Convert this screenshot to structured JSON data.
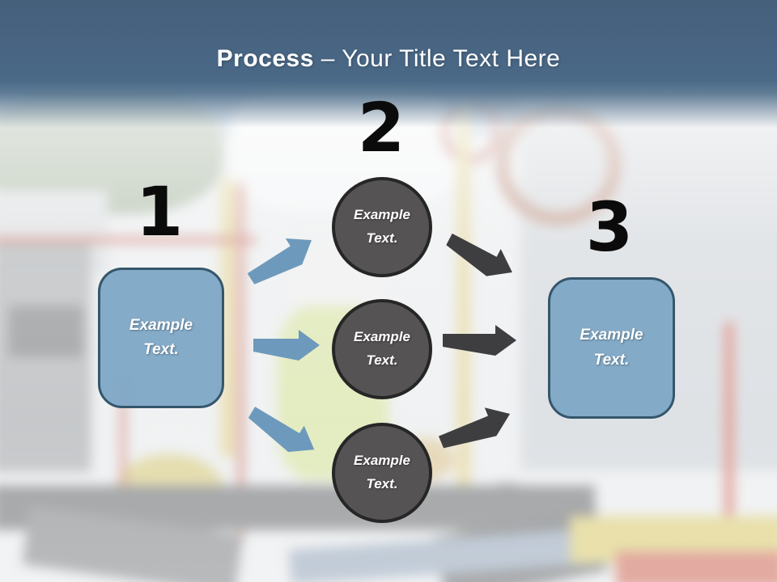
{
  "slide_title": {
    "emphasis": "Process",
    "remainder": " – Your Title Text Here"
  },
  "process": {
    "numbers": [
      "1",
      "2",
      "3"
    ],
    "start_box": {
      "label": "Example Text."
    },
    "middle_circles": [
      {
        "label": "Example Text."
      },
      {
        "label": "Example Text."
      },
      {
        "label": "Example Text."
      }
    ],
    "end_box": {
      "label": "Example Text."
    }
  },
  "colors": {
    "header_blue": "#4a6a87",
    "title_text": "#ffffff",
    "box_fill": "#7da7c5",
    "box_border": "#35566c",
    "circle_fill": "#565354",
    "circle_border": "#262626",
    "blue_arrow": "#6d9abc",
    "gray_arrow": "#3e3e40",
    "number_color": "#0b0b0b"
  }
}
